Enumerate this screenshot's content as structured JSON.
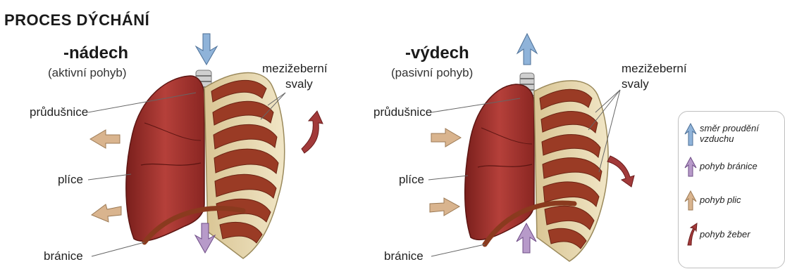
{
  "title": "PROCES DÝCHÁNÍ",
  "inhale": {
    "title": "-nádech",
    "subtitle": "(aktivní pohyb)",
    "labels": {
      "bronchus": "průdušnice",
      "lungs": "plíce",
      "diaphragm": "bránice",
      "intercostal_line1": "mezižeberní",
      "intercostal_line2": "svaly"
    }
  },
  "exhale": {
    "title": "-výdech",
    "subtitle": "(pasivní pohyb)",
    "labels": {
      "bronchus": "průdušnice",
      "lungs": "plíce",
      "diaphragm": "bránice",
      "intercostal_line1": "mezižeberní",
      "intercostal_line2": "svaly"
    }
  },
  "legend": {
    "items": [
      {
        "text_line1": "směr proudění",
        "text_line2": "vzduchu",
        "color": "#8fb3d9"
      },
      {
        "text_line1": "pohyb bránice",
        "text_line2": "",
        "color": "#b79ac9"
      },
      {
        "text_line1": "pohyb plic",
        "text_line2": "",
        "color": "#d9b48e"
      },
      {
        "text_line1": "pohyb žeber",
        "text_line2": "",
        "color": "#a23a3a"
      }
    ]
  },
  "colors": {
    "lung": "#a8332f",
    "lung_dark": "#7a1f1c",
    "rib": "#e8d9b0",
    "muscle": "#9a3b25",
    "diaphragm": "#8a3a1e",
    "air_arrow": "#8fb3d9",
    "diaphragm_arrow": "#b79ac9",
    "lung_arrow": "#d9b48e",
    "rib_arrow": "#a23a3a"
  }
}
